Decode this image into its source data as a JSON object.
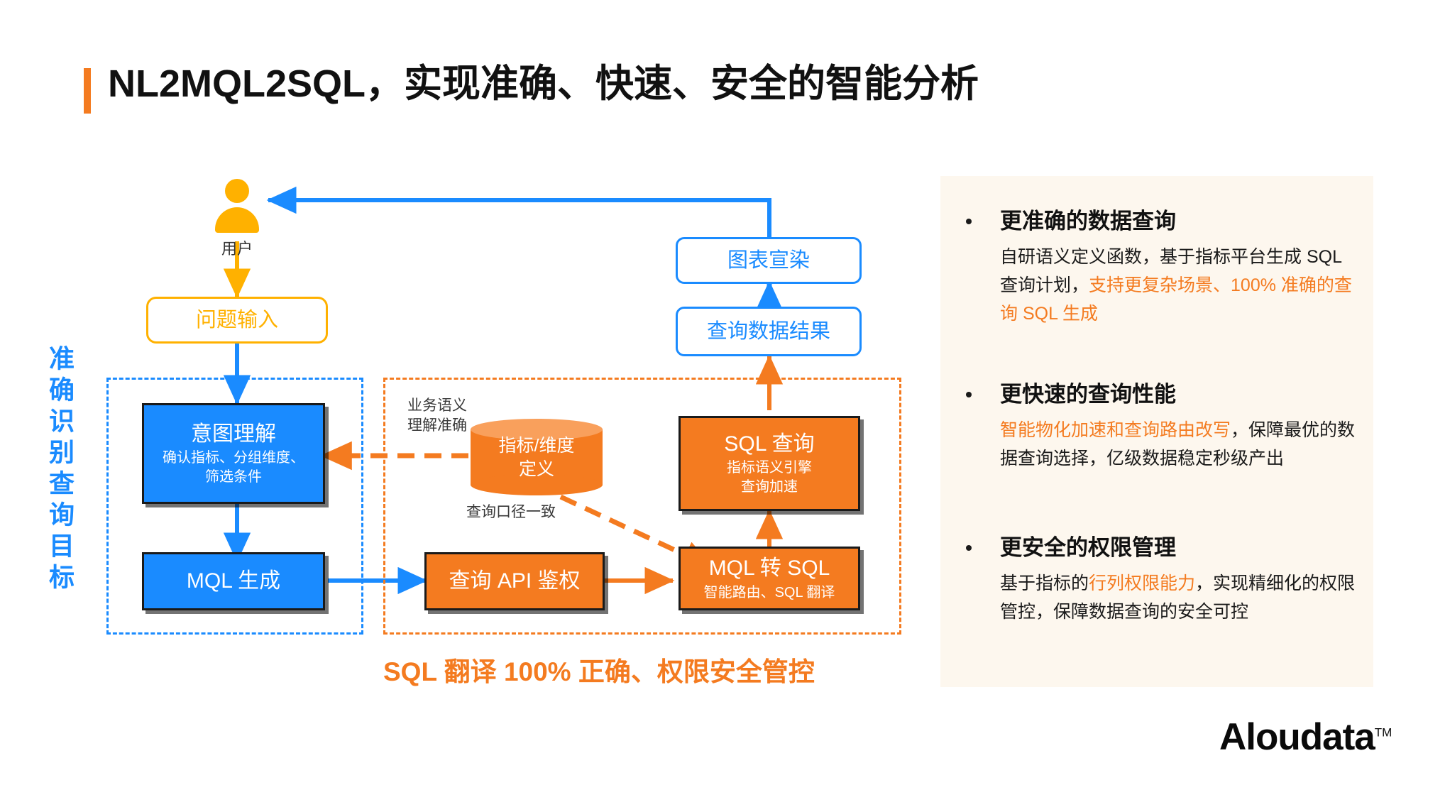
{
  "title": "NL2MQL2SQL，实现准确、快速、安全的智能分析",
  "colors": {
    "accent_orange": "#F47B20",
    "accent_amber": "#FFB100",
    "accent_blue": "#1A8BFF",
    "panel_bg": "#FDF7EE"
  },
  "diagram": {
    "vertical_label": "准确识别查询目标",
    "user": {
      "icon": "user-person-icon",
      "caption": "用户"
    },
    "nodes": {
      "question_input": {
        "label": "问题输入"
      },
      "intent_understanding": {
        "label": "意图理解",
        "sub": "确认指标、分组维度、\n筛选条件"
      },
      "mql_generation": {
        "label": "MQL 生成"
      },
      "query_api_auth": {
        "label": "查询 API 鉴权"
      },
      "mql_to_sql": {
        "label": "MQL 转 SQL",
        "sub": "智能路由、SQL 翻译"
      },
      "sql_query": {
        "label": "SQL 查询",
        "sub": "指标语义引擎\n查询加速"
      },
      "query_data_result": {
        "label": "查询数据结果"
      },
      "chart_render": {
        "label": "图表宣染"
      },
      "metric_store": {
        "label": "指标/维度\n定义"
      }
    },
    "annotations": {
      "semantic_understanding": "业务语义\n理解准确",
      "consistent_caliber": "查询口径一致"
    },
    "bottom_caption": "SQL 翻译 100% 正确、权限安全管控"
  },
  "panel": {
    "bullets": [
      {
        "heading": "更准确的数据查询",
        "body_pre": "自研语义定义函数，基于指标平台生成 SQL 查询计划，",
        "body_hl": "支持更复杂场景、100% 准确的查询 SQL 生成",
        "body_post": ""
      },
      {
        "heading": "更快速的查询性能",
        "body_pre": "",
        "body_hl": "智能物化加速和查询路由改写",
        "body_post": "，保障最优的数据查询选择，亿级数据稳定秒级产出"
      },
      {
        "heading": "更安全的权限管理",
        "body_pre": "基于指标的",
        "body_hl": "行列权限能力",
        "body_post": "，实现精细化的权限管控，保障数据查询的安全可控"
      }
    ]
  },
  "logo": {
    "name": "Aloudata",
    "tm": "TM"
  }
}
